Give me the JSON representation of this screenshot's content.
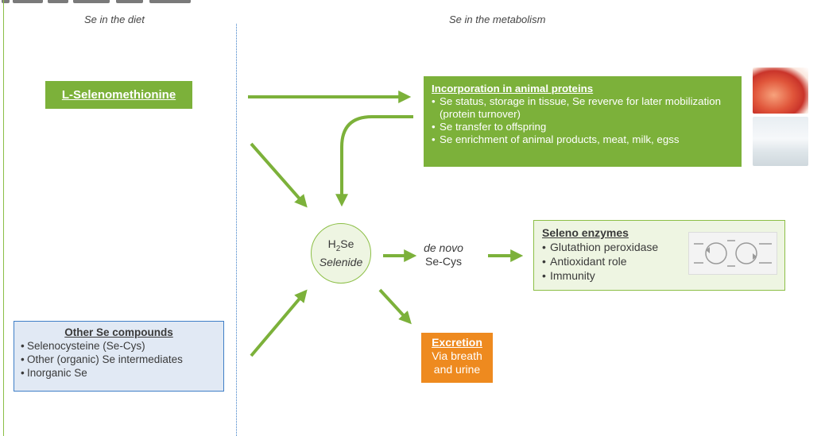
{
  "headers": {
    "diet": "Se in the diet",
    "metabolism": "Se in the metabolism"
  },
  "l_selenomethionine": "L-Selenomethionine",
  "incorporation": {
    "title": "Incorporation in animal proteins",
    "items": [
      "Se status, storage in tissue, Se reverve for later mobilization (protein turnover)",
      "Se transfer to offspring",
      "Se enrichment of animal products, meat, milk, egss"
    ]
  },
  "selenide": {
    "formula_prefix": "H",
    "formula_sub": "2",
    "formula_suffix": "Se",
    "name": "Selenide"
  },
  "de_novo": {
    "italic": "de novo",
    "label": "Se-Cys"
  },
  "seleno_enzymes": {
    "title": "Seleno enzymes",
    "items": [
      "Glutathion peroxidase",
      "Antioxidant role",
      "Immunity"
    ]
  },
  "excretion": {
    "title": "Excretion",
    "line1": "Via breath",
    "line2": "and urine"
  },
  "other_se": {
    "title": "Other Se compounds",
    "items": [
      "Selenocysteine (Se-Cys)",
      "Other (organic) Se intermediates",
      "Inorganic Se"
    ]
  },
  "colors": {
    "green": "#7cb13a",
    "light_green": "#eef5e2",
    "orange": "#ee8a1f",
    "blue": "#3f7fc7",
    "light_blue": "#e1e9f4"
  }
}
